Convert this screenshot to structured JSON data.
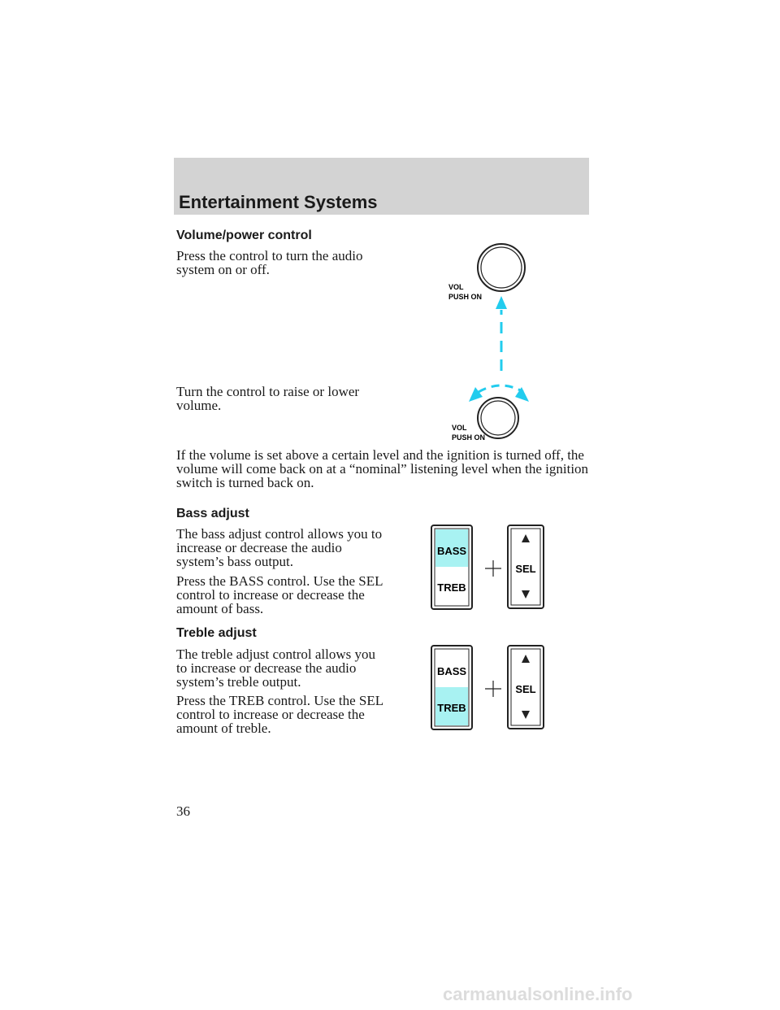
{
  "header": {
    "title": "Entertainment Systems"
  },
  "volume": {
    "heading": "Volume/power control",
    "press_text": "Press the control to turn the audio system on or off.",
    "turn_text": "Turn the control to raise or lower volume.",
    "ignition_text": "If the volume is set above a certain level and the ignition is turned off, the volume will come back on at a “nominal” listening level when the ignition switch is turned back on.",
    "knob_label_line1": "VOL",
    "knob_label_line2": "PUSH ON"
  },
  "bass": {
    "heading": "Bass adjust",
    "text1": "The bass adjust control allows you to increase or decrease the audio system’s bass output.",
    "text2": "Press the BASS control. Use the SEL control to increase or decrease the amount of bass."
  },
  "treble": {
    "heading": "Treble adjust",
    "text1": "The treble adjust control allows you to increase or decrease the audio system’s treble output.",
    "text2": "Press the TREB control. Use the SEL control to increase or decrease the amount of treble."
  },
  "control_panel": {
    "bass_label": "BASS",
    "treb_label": "TREB",
    "sel_label": "SEL",
    "highlight_color": "#a8f2f2"
  },
  "accent_color": "#22ccee",
  "page_number": "36",
  "watermark": "carmanualsonline.info"
}
